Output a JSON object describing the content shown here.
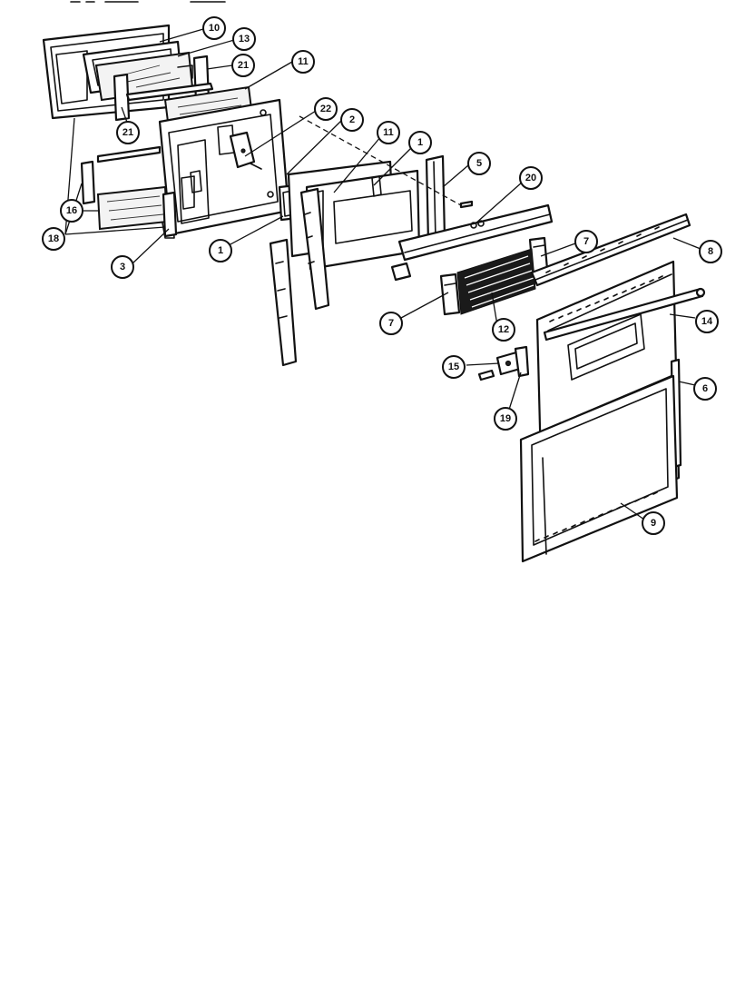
{
  "diagram": {
    "type": "exploded-parts-diagram",
    "line_color": "#111111",
    "background": "#ffffff",
    "callouts": [
      {
        "id": "c10a",
        "label": "10"
      },
      {
        "id": "c13",
        "label": "13"
      },
      {
        "id": "c21a",
        "label": "21"
      },
      {
        "id": "c11a",
        "label": "11"
      },
      {
        "id": "c21b",
        "label": "21"
      },
      {
        "id": "c22",
        "label": "22"
      },
      {
        "id": "c2",
        "label": "2"
      },
      {
        "id": "c11b",
        "label": "11"
      },
      {
        "id": "c1a",
        "label": "1"
      },
      {
        "id": "c5",
        "label": "5"
      },
      {
        "id": "c20",
        "label": "20"
      },
      {
        "id": "c16",
        "label": "16"
      },
      {
        "id": "c18",
        "label": "18"
      },
      {
        "id": "c3",
        "label": "3"
      },
      {
        "id": "c1b",
        "label": "1"
      },
      {
        "id": "c7a",
        "label": "7"
      },
      {
        "id": "c8",
        "label": "8"
      },
      {
        "id": "c7b",
        "label": "7"
      },
      {
        "id": "c12",
        "label": "12"
      },
      {
        "id": "c14",
        "label": "14"
      },
      {
        "id": "c15",
        "label": "15"
      },
      {
        "id": "c6",
        "label": "6"
      },
      {
        "id": "c19",
        "label": "19"
      },
      {
        "id": "c9",
        "label": "9"
      }
    ]
  }
}
